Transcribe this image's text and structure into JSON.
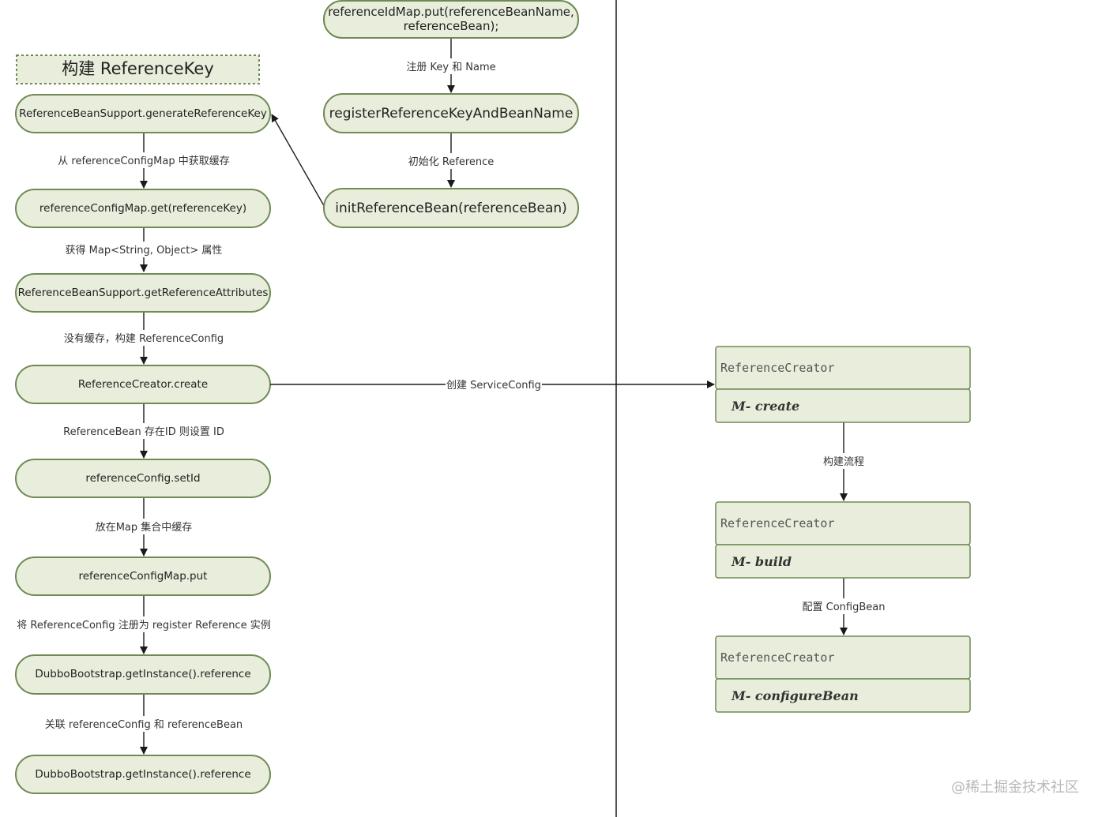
{
  "title": "构建 ReferenceKey",
  "left_nodes": [
    "ReferenceBeanSupport.generateReferenceKey",
    "referenceConfigMap.get(referenceKey)",
    "ReferenceBeanSupport.getReferenceAttributes",
    "ReferenceCreator.create",
    "referenceConfig.setId",
    "referenceConfigMap.put",
    "DubboBootstrap.getInstance().reference",
    "DubboBootstrap.getInstance().reference"
  ],
  "left_edges": [
    "从 referenceConfigMap 中获取缓存",
    "获得 Map<String, Object> 属性",
    "没有缓存，构建 ReferenceConfig",
    "ReferenceBean 存在ID 则设置 ID",
    "放在Map 集合中缓存",
    "将 ReferenceConfig 注册为 register Reference 实例",
    "关联 referenceConfig 和 referenceBean"
  ],
  "mid_nodes": [
    "referenceIdMap.put(referenceBeanName,",
    "referenceBean);",
    "registerReferenceKeyAndBeanName",
    "initReferenceBean(referenceBean)"
  ],
  "mid_edges": [
    "注册 Key 和 Name",
    "初始化 Reference"
  ],
  "cross_edge": "创建 ServiceConfig",
  "right_cards": [
    {
      "header": "ReferenceCreator",
      "method": "M- create"
    },
    {
      "header": "ReferenceCreator",
      "method": "M- build"
    },
    {
      "header": "ReferenceCreator",
      "method": "M- configureBean"
    }
  ],
  "right_edges": [
    "构建流程",
    "配置 ConfigBean"
  ],
  "watermark": "@稀土掘金技术社区"
}
